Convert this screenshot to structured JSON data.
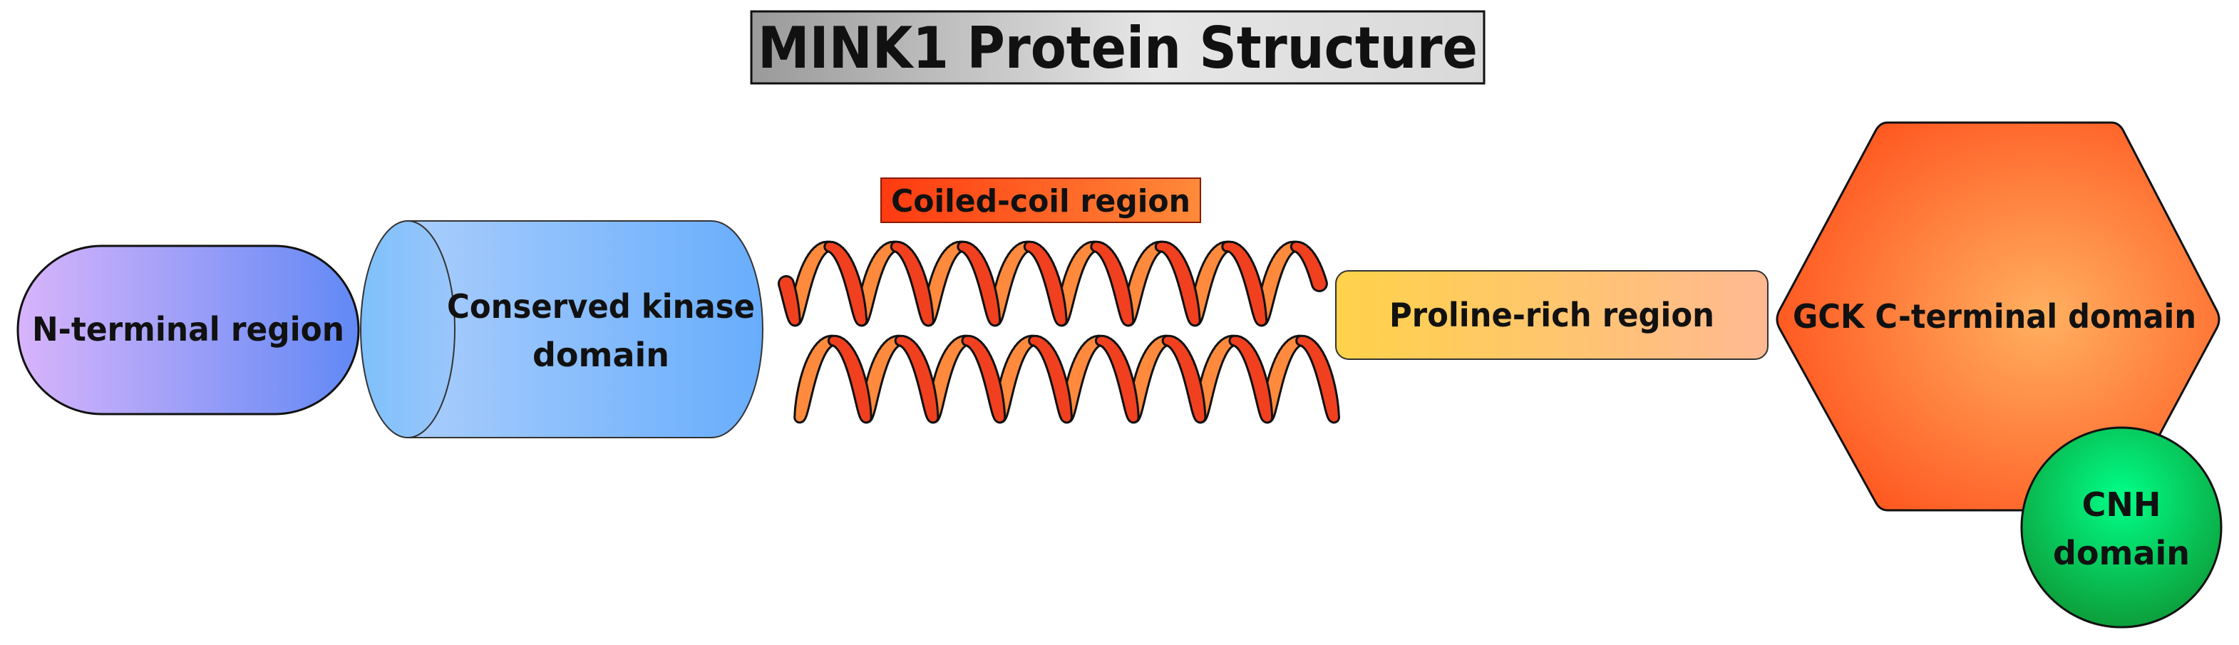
{
  "title": "MINK1 Protein Structure",
  "domains": {
    "n_terminal": {
      "label": "N-terminal region"
    },
    "kinase": {
      "label_line1": "Conserved kinase",
      "label_line2": "domain"
    },
    "coiled_coil": {
      "label": "Coiled-coil region"
    },
    "proline_rich": {
      "label": "Proline-rich region"
    },
    "gck_c_terminal": {
      "label": "GCK C-terminal domain"
    },
    "cnh": {
      "label_line1": "CNH",
      "label_line2": "domain"
    }
  },
  "colors": {
    "n_terminal": [
      "#d8b4fb",
      "#6189f5"
    ],
    "kinase": [
      "#80c0ff",
      "#6ab0fc"
    ],
    "coiled_coil": [
      "#e8221a",
      "#ff7a3a"
    ],
    "proline_rich": [
      "#ffd04a",
      "#ffb98f"
    ],
    "gck_c_terminal": [
      "#ffb060",
      "#ff5a22"
    ],
    "cnh": [
      "#00ff88",
      "#0d9e3a"
    ]
  }
}
